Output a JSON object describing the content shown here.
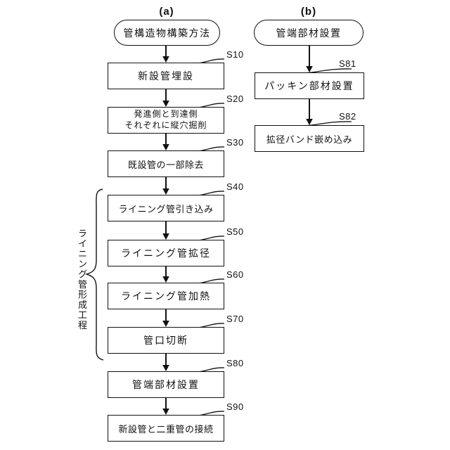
{
  "figure": {
    "column_a": {
      "label": "(a)",
      "start_label": "管構造物構築方法",
      "steps": [
        {
          "id": "S10",
          "text": "新設管埋設"
        },
        {
          "id": "S20",
          "text": "発進側と到達側\nそれぞれに縦穴掘削"
        },
        {
          "id": "S30",
          "text": "既設管の一部除去"
        },
        {
          "id": "S40",
          "text": "ライニング管引き込み"
        },
        {
          "id": "S50",
          "text": "ライニング管拡径"
        },
        {
          "id": "S60",
          "text": "ライニング管加熱"
        },
        {
          "id": "S70",
          "text": "管口切断"
        },
        {
          "id": "S80",
          "text": "管端部材設置"
        },
        {
          "id": "S90",
          "text": "新設管と二重管の接続"
        }
      ],
      "brace_label": "ライニング管形成工程"
    },
    "column_b": {
      "label": "(b)",
      "start_label": "管端部材設置",
      "steps": [
        {
          "id": "S81",
          "text": "パッキン部材設置"
        },
        {
          "id": "S82",
          "text": "拡径バンド嵌め込み"
        }
      ]
    },
    "colors": {
      "ink": "#111111",
      "background": "#ffffff"
    }
  }
}
